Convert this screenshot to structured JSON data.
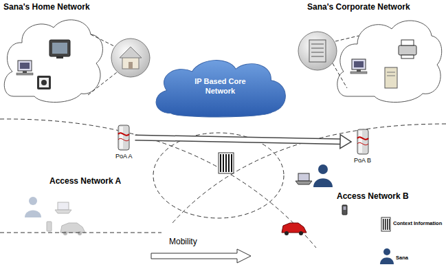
{
  "diagram": {
    "nodes": [
      {
        "text": [
          "IP Based Core Network"
        ]
      },
      {
        "text": [
          "PoA A"
        ]
      },
      {
        "text": [
          "PoA B"
        ]
      }
    ],
    "edges": [
      {
        "from": 1,
        "to": 2,
        "arrow": "to"
      }
    ],
    "labels": [
      "Sana's Home Network",
      "Sana's Corporate Network",
      "Access Network A",
      "Access Network B",
      "Mobility"
    ],
    "legend": [
      {
        "text": "Context Information"
      },
      {
        "text": "Sana"
      }
    ]
  }
}
